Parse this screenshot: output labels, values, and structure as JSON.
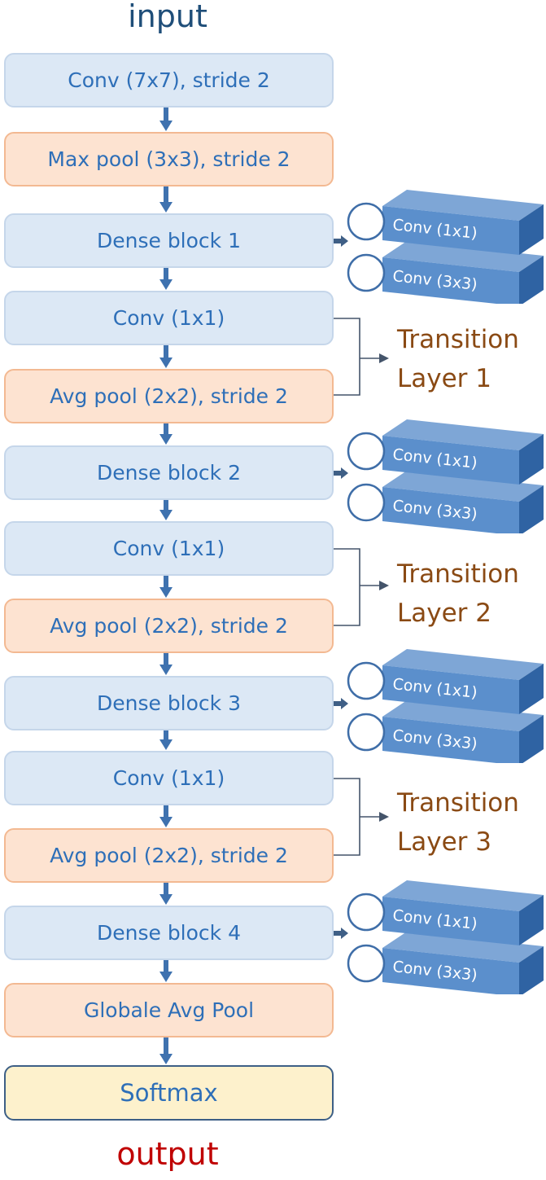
{
  "input_label": "input",
  "output_label": "output",
  "colors": {
    "io_in": "#1f4e79",
    "io_out": "#c00000",
    "transition": "#8a4a14",
    "box_text": "#2e6fb8",
    "arrow": "#3f72af"
  },
  "boxes": [
    {
      "text": "Conv (7x7), stride 2",
      "kind": "blue"
    },
    {
      "text": "Max pool (3x3), stride 2",
      "kind": "orange"
    },
    {
      "text": "Dense block 1",
      "kind": "blue"
    },
    {
      "text": "Conv (1x1)",
      "kind": "blue"
    },
    {
      "text": "Avg pool (2x2), stride 2",
      "kind": "orange"
    },
    {
      "text": "Dense block 2",
      "kind": "blue"
    },
    {
      "text": "Conv (1x1)",
      "kind": "blue"
    },
    {
      "text": "Avg pool (2x2), stride 2",
      "kind": "orange"
    },
    {
      "text": "Dense block 3",
      "kind": "blue"
    },
    {
      "text": "Conv (1x1)",
      "kind": "blue"
    },
    {
      "text": "Avg pool (2x2), stride 2",
      "kind": "orange"
    },
    {
      "text": "Dense block 4",
      "kind": "blue"
    },
    {
      "text": "Globale Avg Pool",
      "kind": "orange"
    },
    {
      "text": "Softmax",
      "kind": "yellow"
    }
  ],
  "dense_layers": {
    "top": "Conv (1x1)",
    "bottom": "Conv (3x3)"
  },
  "transitions": [
    {
      "line1": "Transition",
      "line2": "Layer 1"
    },
    {
      "line1": "Transition",
      "line2": "Layer 2"
    },
    {
      "line1": "Transition",
      "line2": "Layer 3"
    }
  ]
}
